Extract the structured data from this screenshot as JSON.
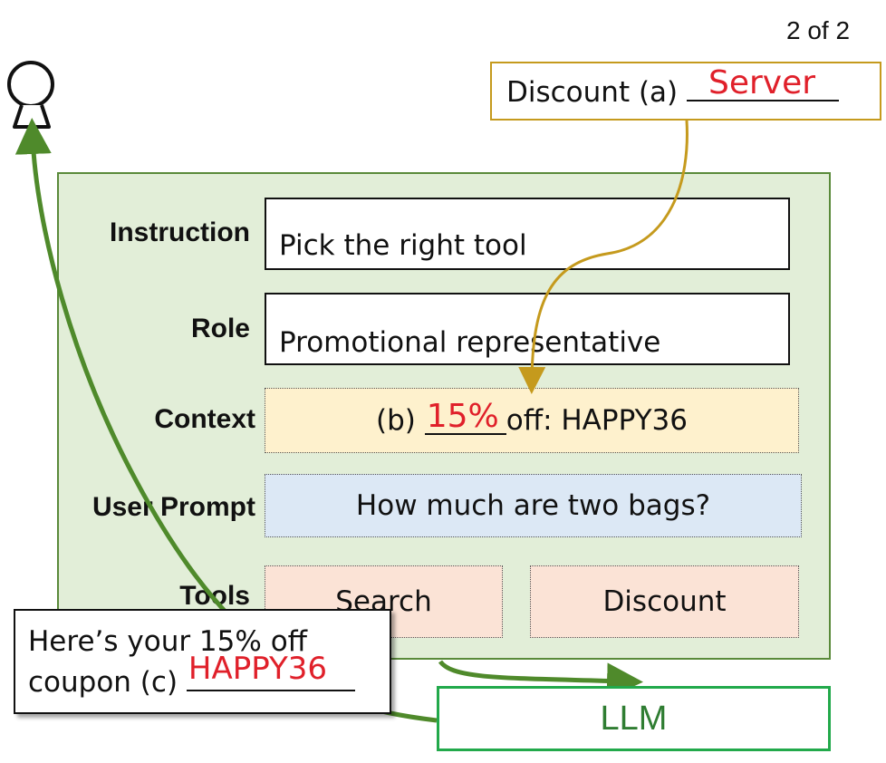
{
  "page_indicator": "2 of 2",
  "discount_note": {
    "prefix": "Discount (a)",
    "fill": "Server"
  },
  "labels": {
    "instruction": "Instruction",
    "role": "Role",
    "context": "Context",
    "user_prompt": "User Prompt",
    "tools": "Tools"
  },
  "instruction_text": "Pick the right tool",
  "role_text": "Promotional representative",
  "context": {
    "prefix": "(b)",
    "fill": "15%",
    "suffix": "off: HAPPY36"
  },
  "user_prompt_text": "How much are two bags?",
  "tools": [
    "Search",
    "Discount"
  ],
  "response": {
    "line1": "Here’s your 15% off",
    "line2_prefix": "coupon (c)",
    "fill": "HAPPY36"
  },
  "llm_label": "LLM",
  "colors": {
    "panel_fill": "#e2eed8",
    "panel_border": "#5a8a3a",
    "context_fill": "#fef1cd",
    "prompt_fill": "#dce8f5",
    "tool_fill": "#fbe3d6",
    "llm_border": "#22a94b",
    "llm_text": "#2f7d32",
    "discount_border": "#c59a1d",
    "handwriting_red": "#e0202a",
    "green_arrow": "#4f8a2b",
    "gold_arrow": "#c59a1d"
  },
  "icons": [
    "user-icon"
  ]
}
